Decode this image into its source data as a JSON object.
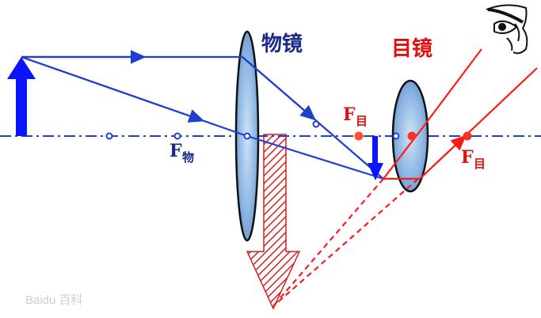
{
  "labels": {
    "objective_lens": "物镜",
    "eyepiece_lens": "目镜",
    "focus_letter": "F",
    "focus_objective_sub": "物",
    "focus_eyepiece_sub": "目"
  },
  "watermark": "Baidu 百科",
  "colors": {
    "objective_rays": "#1f3fd0",
    "eyepiece_rays": "#ff1a1a",
    "axis": "#1f3fd0",
    "object_arrow": "#0a14ff",
    "image_arrow": "#0a14ff",
    "lens_fill": "#7fb0e0",
    "lens_stroke": "#111111",
    "virtual_image": "#e02020",
    "objective_label": "#1a2a8a",
    "eyepiece_label": "#e01010",
    "focus_point_eyepiece": "#ff2a1a"
  },
  "icons": {
    "eye": "eye-icon"
  }
}
